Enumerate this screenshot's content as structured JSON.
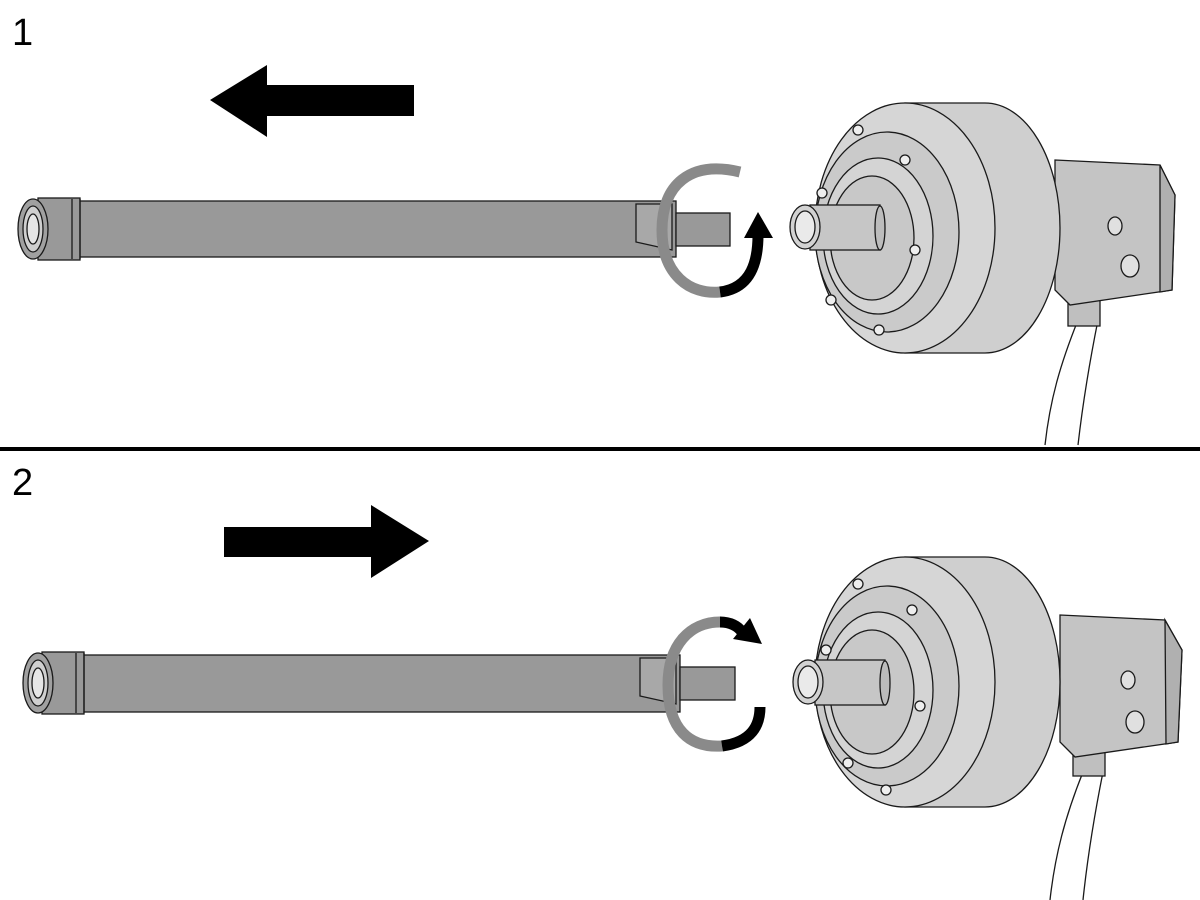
{
  "steps": [
    {
      "number": "1",
      "direction": "left",
      "rotation": "counterclockwise"
    },
    {
      "number": "2",
      "direction": "right",
      "rotation": "clockwise"
    }
  ],
  "colors": {
    "shaft": "#999999",
    "housing": "#d2d2d2",
    "housing_side": "#c4c4c4",
    "arrow": "#000000",
    "rotation_back": "#8a8a8a",
    "outline": "#1a1a1a"
  }
}
